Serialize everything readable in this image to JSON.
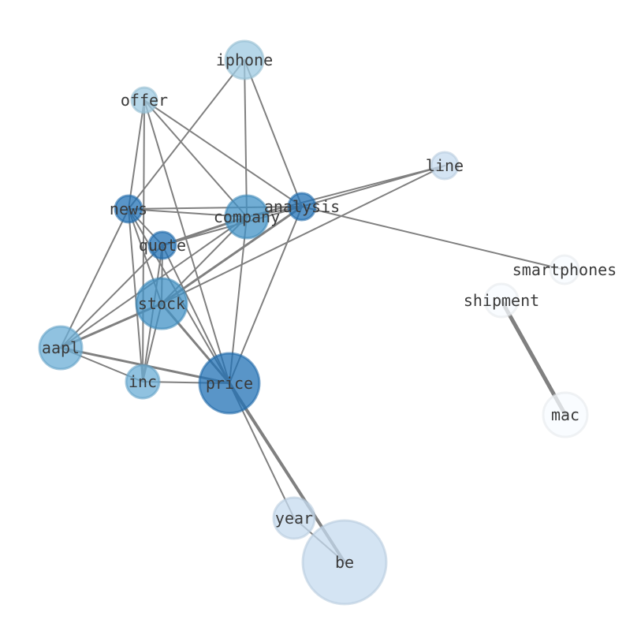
{
  "graph": {
    "nodes": [
      {
        "id": "iphone",
        "label": "iphone",
        "color": "#9ecae1"
      },
      {
        "id": "offer",
        "label": "offer",
        "color": "#9ecae1"
      },
      {
        "id": "line",
        "label": "line",
        "color": "#c6dbef"
      },
      {
        "id": "news",
        "label": "news",
        "color": "#2171b5"
      },
      {
        "id": "company",
        "label": "company",
        "color": "#4292c6"
      },
      {
        "id": "analysis",
        "label": "analysis",
        "color": "#2171b5"
      },
      {
        "id": "quote",
        "label": "quote",
        "color": "#2171b5"
      },
      {
        "id": "smartphones",
        "label": "smartphones",
        "color": "#f7fbff"
      },
      {
        "id": "shipment",
        "label": "shipment",
        "color": "#f7fbff"
      },
      {
        "id": "stock",
        "label": "stock",
        "color": "#4292c6"
      },
      {
        "id": "aapl",
        "label": "aapl",
        "color": "#6baed6"
      },
      {
        "id": "inc",
        "label": "inc",
        "color": "#6baed6"
      },
      {
        "id": "price",
        "label": "price",
        "color": "#2171b5"
      },
      {
        "id": "mac",
        "label": "mac",
        "color": "#f7fbff"
      },
      {
        "id": "year",
        "label": "year",
        "color": "#c6dbef"
      },
      {
        "id": "be",
        "label": "be",
        "color": "#c6dbef"
      }
    ],
    "edges": [
      [
        "iphone",
        "news",
        2
      ],
      [
        "iphone",
        "company",
        2
      ],
      [
        "iphone",
        "analysis",
        2
      ],
      [
        "offer",
        "company",
        2
      ],
      [
        "offer",
        "analysis",
        2
      ],
      [
        "offer",
        "news",
        2
      ],
      [
        "offer",
        "inc",
        2
      ],
      [
        "offer",
        "price",
        2
      ],
      [
        "line",
        "analysis",
        2
      ],
      [
        "line",
        "company",
        2
      ],
      [
        "line",
        "stock",
        2
      ],
      [
        "news",
        "company",
        2
      ],
      [
        "news",
        "analysis",
        2
      ],
      [
        "news",
        "quote",
        2
      ],
      [
        "news",
        "aapl",
        2
      ],
      [
        "news",
        "inc",
        2
      ],
      [
        "news",
        "price",
        2
      ],
      [
        "news",
        "stock",
        2
      ],
      [
        "company",
        "quote",
        3
      ],
      [
        "company",
        "analysis",
        2
      ],
      [
        "company",
        "stock",
        2
      ],
      [
        "company",
        "aapl",
        2
      ],
      [
        "company",
        "price",
        2
      ],
      [
        "analysis",
        "quote",
        2
      ],
      [
        "analysis",
        "stock",
        3
      ],
      [
        "analysis",
        "price",
        2
      ],
      [
        "analysis",
        "smartphones",
        2
      ],
      [
        "quote",
        "stock",
        2
      ],
      [
        "quote",
        "inc",
        2
      ],
      [
        "quote",
        "price",
        2
      ],
      [
        "quote",
        "aapl",
        2
      ],
      [
        "stock",
        "aapl",
        3
      ],
      [
        "stock",
        "inc",
        2
      ],
      [
        "stock",
        "price",
        3
      ],
      [
        "aapl",
        "inc",
        2
      ],
      [
        "aapl",
        "price",
        3
      ],
      [
        "inc",
        "price",
        2
      ],
      [
        "price",
        "be",
        4
      ],
      [
        "price",
        "year",
        2
      ],
      [
        "year",
        "be",
        2
      ],
      [
        "shipment",
        "mac",
        5
      ]
    ]
  }
}
